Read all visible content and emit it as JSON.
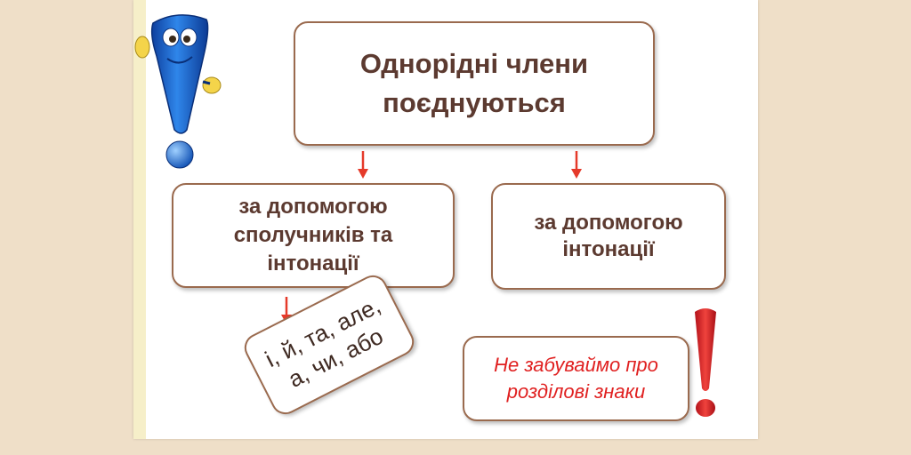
{
  "diagram": {
    "root": {
      "text": "Однорідні члени\nпоєднуються"
    },
    "branches": [
      {
        "text": "за допомогою\nсполучників та\nінтонації"
      },
      {
        "text": "за допомогою\nінтонації"
      }
    ],
    "conjunctions": {
      "text": "і, й, та, але,\nа, чи, або"
    },
    "note": {
      "text": "Не забуваймо про\nрозділові знаки"
    }
  },
  "colors": {
    "background": "#efdfc8",
    "box_border": "#9a6a4e",
    "box_text": "#5c3a30",
    "arrow": "#e53a2a",
    "note_text": "#e02020",
    "mascot_blue": "#1d63c7"
  },
  "icons": {
    "mascot": "exclamation-mascot-icon",
    "alert": "red-exclamation-icon",
    "arrow": "arrow-down-icon"
  }
}
